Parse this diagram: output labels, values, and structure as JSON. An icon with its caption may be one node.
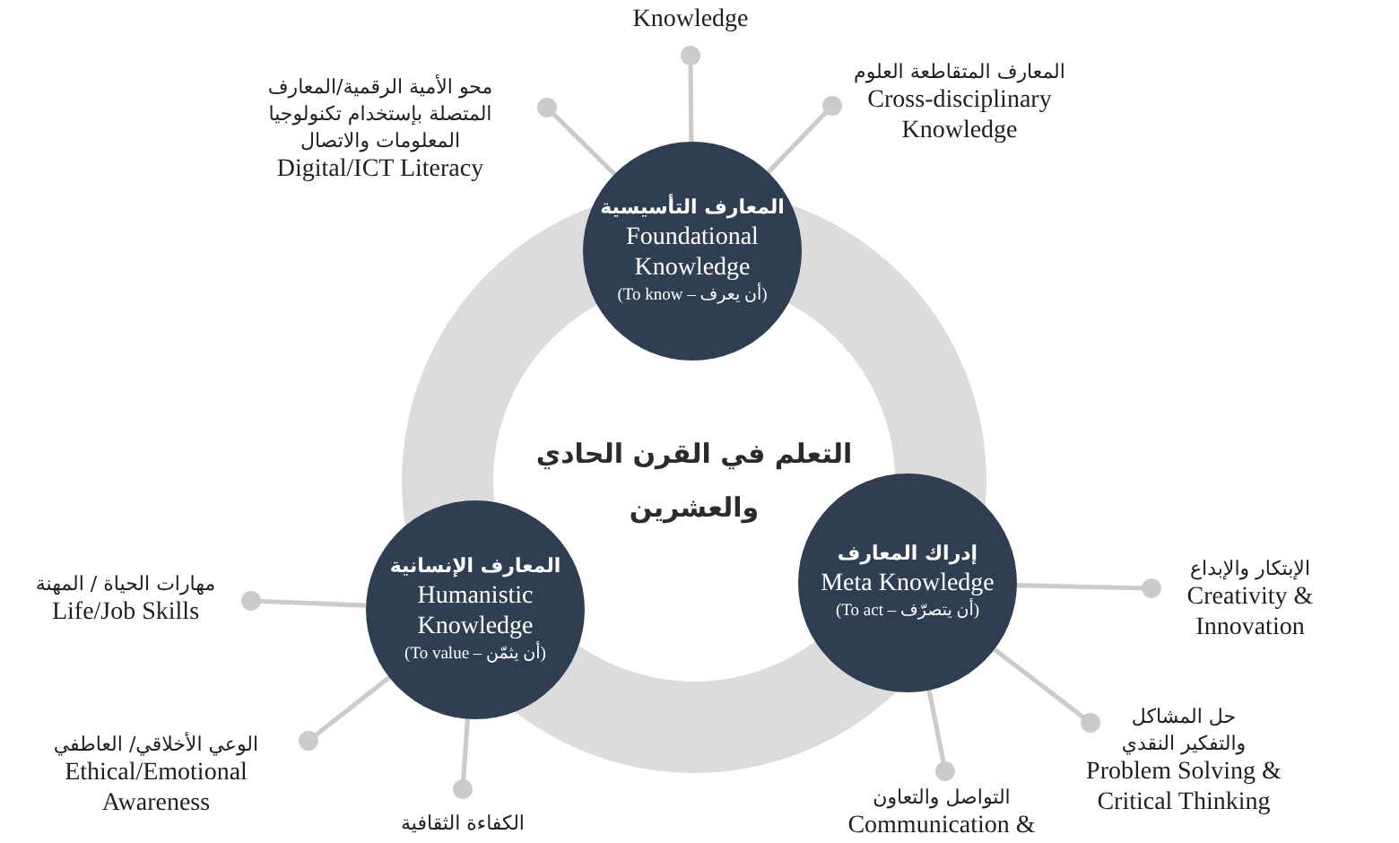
{
  "diagram": {
    "nodes": [
      {
        "text": [
          "التعلم في القرن الحادي والعشرين"
        ]
      },
      {
        "text": [
          "المعارف التأسيسية",
          "Foundational Knowledge",
          "(To know – أن يعرف)"
        ]
      },
      {
        "text": [
          "Knowledge"
        ]
      },
      {
        "text": [
          "محو الأمية الرقمية/المعارف المتصلة بإستخدام تكنولوجيا المعلومات والاتصال",
          "Digital/ICT Literacy"
        ]
      },
      {
        "text": [
          "المعارف المتقاطعة العلوم",
          "Cross-disciplinary Knowledge"
        ]
      },
      {
        "text": [
          "المعارف الإنسانية",
          "Humanistic Knowledge",
          "(To value – أن يثمّن)"
        ]
      },
      {
        "text": [
          "مهارات الحياة / المهنة",
          "Life/Job Skills"
        ]
      },
      {
        "text": [
          "الوعي الأخلاقي/ العاطفي",
          "Ethical/Emotional Awareness"
        ]
      },
      {
        "text": [
          "الكفاءة الثقافية"
        ]
      },
      {
        "text": [
          "إدراك المعارف",
          "Meta Knowledge",
          "(To act – أن يتصرّف)"
        ]
      },
      {
        "text": [
          "الإبتكار والإبداع",
          "Creativity & Innovation"
        ]
      },
      {
        "text": [
          "حل المشاكل والتفكير النقدي",
          "Problem Solving & Critical Thinking"
        ]
      },
      {
        "text": [
          "التواصل والتعاون",
          "Communication &"
        ]
      }
    ],
    "edges": [
      {
        "from": 1,
        "to": 2,
        "arrow": "other"
      },
      {
        "from": 1,
        "to": 3,
        "arrow": "other"
      },
      {
        "from": 1,
        "to": 4,
        "arrow": "other"
      },
      {
        "from": 5,
        "to": 6,
        "arrow": "other"
      },
      {
        "from": 5,
        "to": 7,
        "arrow": "other"
      },
      {
        "from": 5,
        "to": 8,
        "arrow": "other"
      },
      {
        "from": 9,
        "to": 10,
        "arrow": "other"
      },
      {
        "from": 9,
        "to": 11,
        "arrow": "other"
      },
      {
        "from": 9,
        "to": 12,
        "arrow": "other"
      }
    ]
  }
}
